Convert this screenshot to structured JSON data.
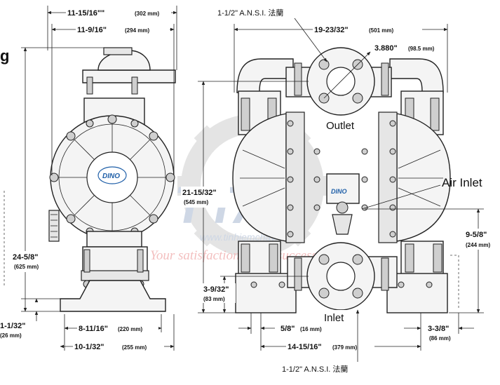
{
  "left_view": {
    "letter": "g",
    "dim_top_outer_in": "11-15/16\"\"",
    "dim_top_outer_mm": "(302 mm)",
    "dim_top_inner_in": "11-9/16\"",
    "dim_top_inner_mm": "(294 mm)",
    "dim_height_in": "24-5/8\"",
    "dim_height_mm": "(625 mm)",
    "dim_foot_in": "1-1/32\"",
    "dim_foot_mm": "(26 mm)",
    "dim_base_inner_in": "8-11/16\"",
    "dim_base_inner_mm": "(220 mm)",
    "dim_base_outer_in": "10-1/32\"",
    "dim_base_outer_mm": "(255 mm)",
    "brand": "DINO"
  },
  "right_view": {
    "flange_top": "1-1/2\" A.N.S.I. 法蘭",
    "flange_bottom": "1-1/2\" A.N.S.I. 法蘭",
    "dim_width_in": "19-23/32\"",
    "dim_width_mm": "(501 mm)",
    "dim_bolt_in": "3.880\"",
    "dim_bolt_mm": "(98.5 mm)",
    "dim_height_in": "21-15/32\"",
    "dim_height_mm": "(545 mm)",
    "dim_inlet_h_in": "3-9/32\"",
    "dim_inlet_h_mm": "(83 mm)",
    "dim_side_h_in": "9-5/8\"",
    "dim_side_h_mm": "(244 mm)",
    "dim_offset_in": "5/8\"",
    "dim_offset_mm": "(16 mm)",
    "dim_base_in": "14-15/16\"",
    "dim_base_mm": "(379 mm)",
    "dim_right_in": "3-3/8\"",
    "dim_right_mm": "(86 mm)",
    "label_outlet": "Outlet",
    "label_air_inlet": "Air Inlet",
    "label_inlet": "Inlet",
    "brand": "DINO"
  },
  "watermark": {
    "logo": "TTAI",
    "url": "www.tinhiemchay.com",
    "slogan": "Your satisfaction is our success"
  },
  "colors": {
    "line": "#222222",
    "body_fill": "#f4f4f4",
    "watermark_gray": "#d8d8d8",
    "watermark_blue": "#8fa6c8",
    "watermark_red": "#f2b9b9",
    "brand_blue": "#1f5fa8"
  }
}
